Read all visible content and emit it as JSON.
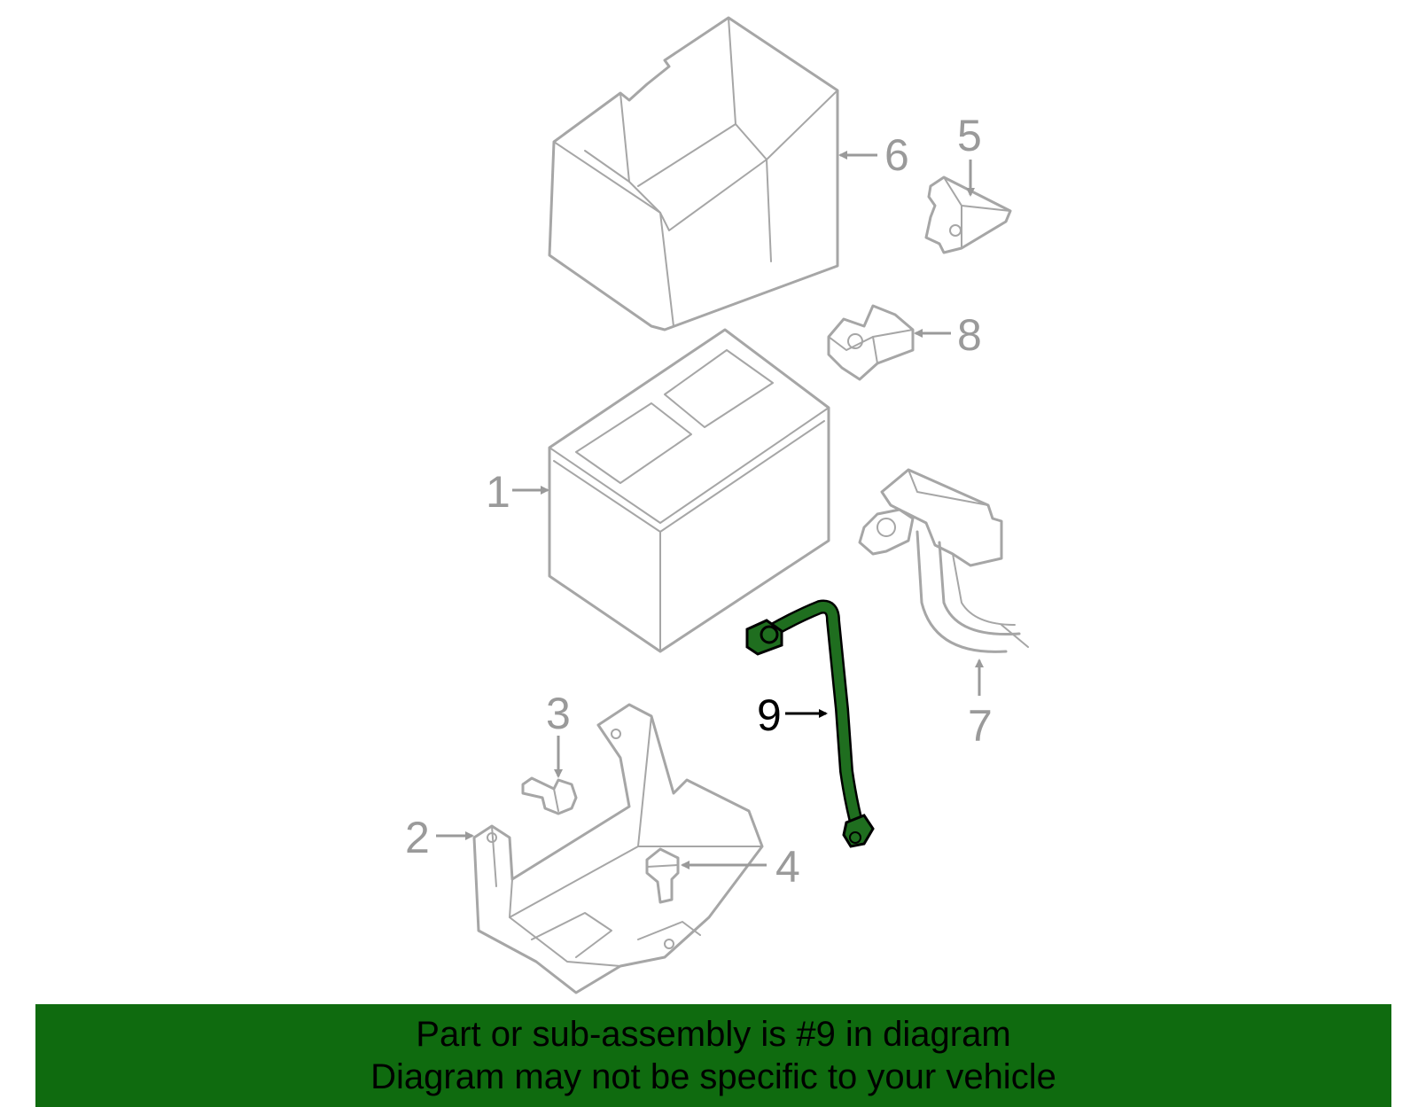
{
  "callouts": {
    "c1": "1",
    "c2": "2",
    "c3": "3",
    "c4": "4",
    "c5": "5",
    "c6": "6",
    "c7": "7",
    "c8": "8",
    "c9": "9"
  },
  "banner": {
    "line1": "Part or sub-assembly is #9 in diagram",
    "line2": "Diagram may not be specific to your vehicle"
  },
  "colors": {
    "part_outline": "#a6a6a6",
    "highlight_part": "#1f6e1f",
    "banner_bg": "#0f6b0f"
  }
}
